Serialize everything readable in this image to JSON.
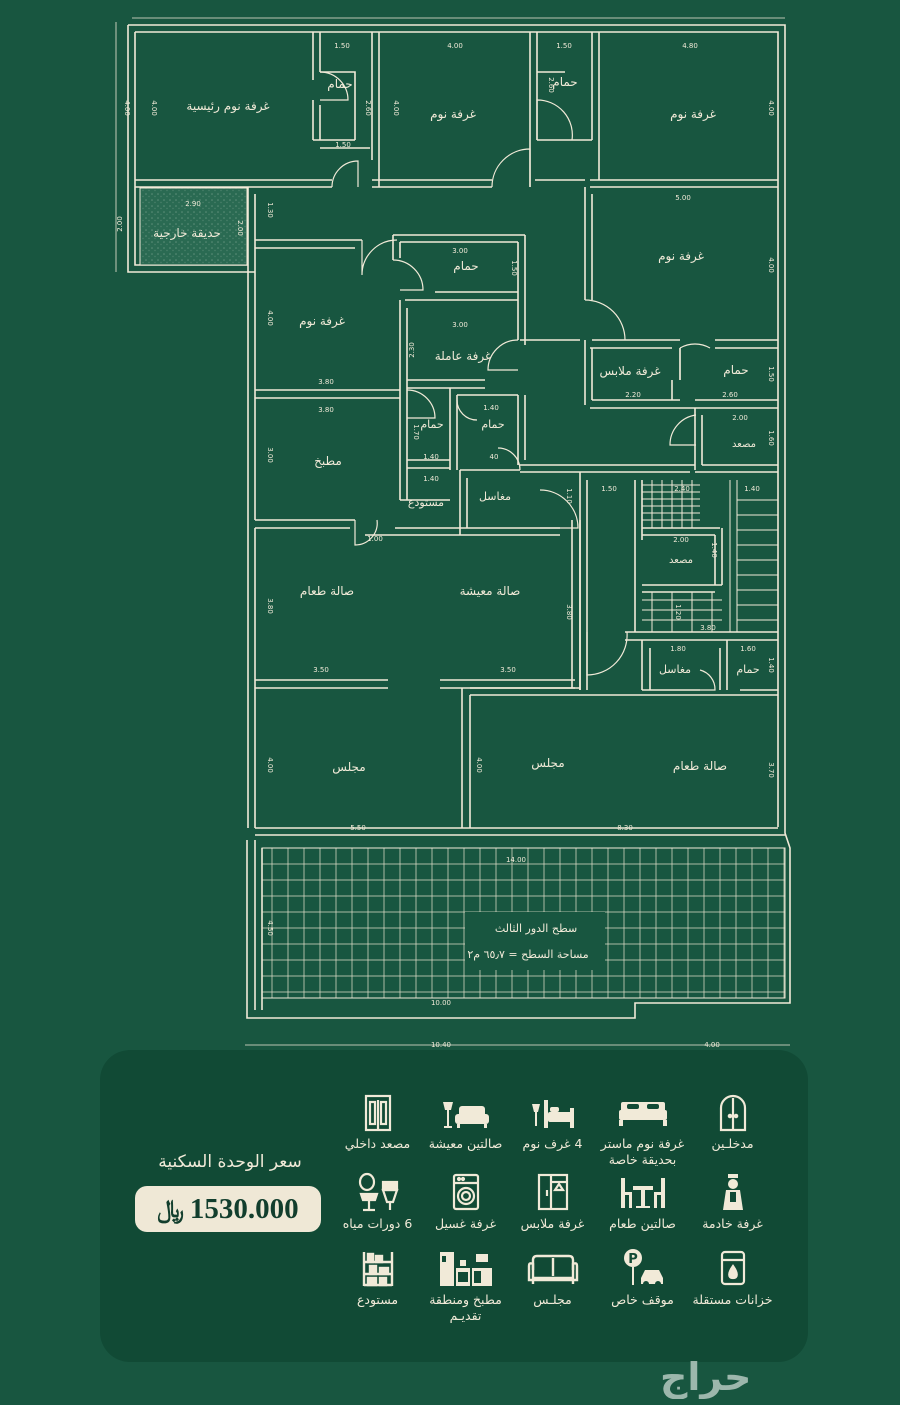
{
  "plan": {
    "rooms": {
      "master_bedroom": "غرفة نوم رئيسية",
      "bath1": "حمام",
      "bedroom1": "غرفة نوم",
      "bath2": "حمام",
      "bedroom2": "غرفة نوم",
      "outer_garden": "حديقة خارجية",
      "bedroom3": "غرفة نوم",
      "bath3": "حمام",
      "bedroom4": "غرفة نوم",
      "maid_room": "غرفة عاملة",
      "dressing": "غرفة ملابس",
      "bath4": "حمام",
      "elevator1": "مصعد",
      "kitchen": "مطبخ",
      "bath5": "حمام",
      "bath6": "حمام",
      "storage": "مستودع",
      "sinks1": "مغاسل",
      "elevator2": "مصعد",
      "dining1": "صالة طعام",
      "living": "صالة معيشة",
      "sinks2": "مغاسل",
      "bath7": "حمام",
      "majlis1": "مجلس",
      "majlis2": "مجلس",
      "dining2": "صالة طعام",
      "roof_title": "سطح الدور الثالث",
      "roof_area": "مساحة السطح = ٦٥٫٧ م٢"
    },
    "dims": {
      "d150a": "1.50",
      "d400a": "4.00",
      "d150b": "1.50",
      "d480": "4.80",
      "d400v1": "4.00",
      "d260a": "2.60",
      "d400v2": "4.00",
      "d260b": "2.60",
      "d400v3": "4.00",
      "d150c": "1.50",
      "d290": "2.90",
      "d200a": "2.00",
      "d200b": "2.00",
      "d130": "1.30",
      "d300a": "3.00",
      "d150v": "1.50",
      "d500": "5.00",
      "d400v4": "4.00",
      "d400v5": "4.00",
      "d300b": "3.00",
      "d230": "2.30",
      "d380a": "3.80",
      "d220": "2.20",
      "d260c": "2.60",
      "d150v2": "1.50",
      "d380b": "3.80",
      "d140a": "1.40",
      "d170": "1.70",
      "d200c": "2.00",
      "d160": "1.60",
      "d300v": "3.00",
      "d140b": "1.40",
      "d140c": "1.40",
      "d40": "40",
      "d110": "1.10",
      "d150d": "1.50",
      "d240": "2.40",
      "d140d": "1.40",
      "d100": "1.00",
      "d200d": "2.00",
      "d140v": "1.40",
      "d380c": "3.80",
      "d380d": "3.80",
      "d120": "1.20",
      "d380e": "3.80",
      "d350a": "3.50",
      "d350b": "3.50",
      "d180": "1.80",
      "d160b": "1.60",
      "d140e": "1.40",
      "d400v6": "4.00",
      "d400v7": "4.00",
      "d370": "3.70",
      "d550": "5.50",
      "d830": "8.30",
      "d1400": "14.00",
      "d450": "4.50",
      "d1000": "10.00",
      "d1040": "10.40",
      "d400h": "4.00"
    }
  },
  "price": {
    "label": "سعر الوحدة السكنية",
    "amount": "1530.000",
    "currency": "﷼"
  },
  "features": [
    {
      "icon": "double-door-icon",
      "label": "مدخلـين"
    },
    {
      "icon": "master-bed-icon",
      "label": "غرفة نوم ماستر بحديقة خاصة"
    },
    {
      "icon": "bed-lamp-icon",
      "label": "4 غرف نوم"
    },
    {
      "icon": "sofa-lamp-icon",
      "label": "صالتين معيشة"
    },
    {
      "icon": "elevator-icon",
      "label": "مصعد داخلي"
    },
    {
      "icon": "maid-icon",
      "label": "غرفة خادمة"
    },
    {
      "icon": "dining-table-icon",
      "label": "صالتين طعام"
    },
    {
      "icon": "wardrobe-icon",
      "label": "غرفة ملابس"
    },
    {
      "icon": "washing-machine-icon",
      "label": "غرفة غسيل"
    },
    {
      "icon": "toilet-sink-icon",
      "label": "6 دورات مياه"
    },
    {
      "icon": "water-tank-icon",
      "label": "خزانات مستقلة"
    },
    {
      "icon": "parking-icon",
      "label": "موقف خاص"
    },
    {
      "icon": "couch-icon",
      "label": "مجلـس"
    },
    {
      "icon": "kitchen-icon",
      "label": "مطبخ ومنطقة تقديـم"
    },
    {
      "icon": "shelves-icon",
      "label": "مستودع"
    }
  ],
  "watermark": "حراج",
  "colors": {
    "background": "#185640",
    "panel": "#114a35",
    "lines": "#f1ead8",
    "pill": "#efe8d6",
    "text_dark": "#123e2d"
  }
}
